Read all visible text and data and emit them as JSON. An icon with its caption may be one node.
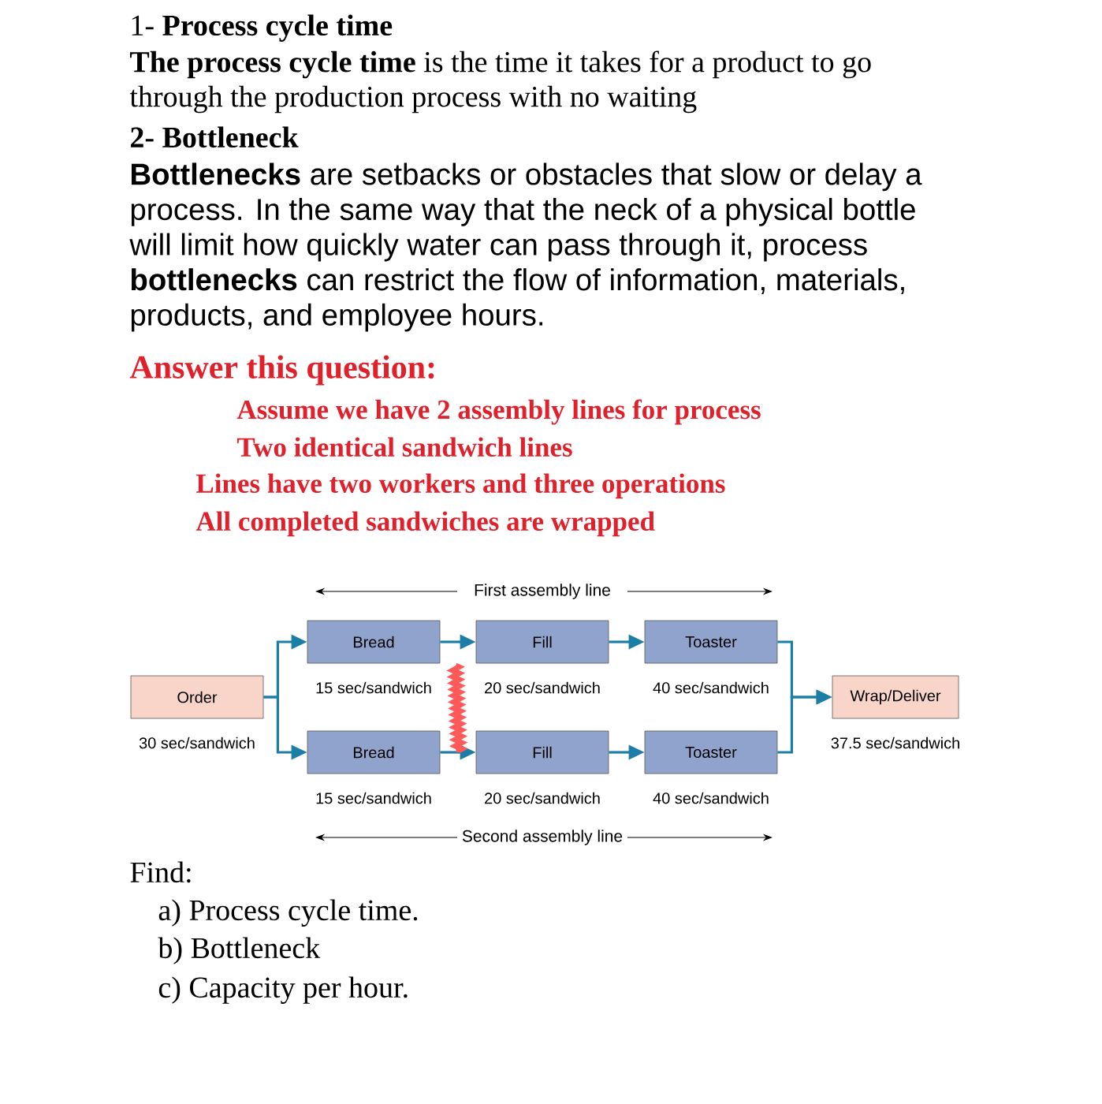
{
  "diagram": {
    "nodes": [
      {
        "text": [
          "Order"
        ],
        "beside": [
          "30 sec/sandwich"
        ]
      },
      {
        "text": [
          "Bread"
        ],
        "beside": [
          "15 sec/sandwich"
        ]
      },
      {
        "text": [
          "Fill"
        ],
        "beside": [
          "20 sec/sandwich"
        ]
      },
      {
        "text": [
          "Toaster"
        ],
        "beside": [
          "40 sec/sandwich"
        ]
      },
      {
        "text": [
          "Bread"
        ],
        "beside": [
          "15 sec/sandwich"
        ]
      },
      {
        "text": [
          "Fill"
        ],
        "beside": [
          "20 sec/sandwich"
        ]
      },
      {
        "text": [
          "Toaster"
        ],
        "beside": [
          "40 sec/sandwich"
        ]
      },
      {
        "text": [
          "Wrap/Deliver"
        ],
        "beside": [
          "37.5 sec/sandwich"
        ]
      }
    ],
    "edges": [
      {
        "from": 0,
        "to": 1,
        "arrow": "to"
      },
      {
        "from": 0,
        "to": 4,
        "arrow": "to"
      },
      {
        "from": 1,
        "to": 2,
        "arrow": "to"
      },
      {
        "from": 2,
        "to": 3,
        "arrow": "to"
      },
      {
        "from": 4,
        "to": 5,
        "arrow": "to"
      },
      {
        "from": 5,
        "to": 6,
        "arrow": "to"
      },
      {
        "from": 3,
        "to": 7,
        "arrow": "to"
      },
      {
        "from": 6,
        "to": 7,
        "arrow": "to"
      }
    ],
    "labels": [
      "1- **Process cycle time**",
      "**The process cycle time** is the time it takes for a product to go through the production process with no waiting",
      "2- Bottleneck",
      "**Bottlenecks** are setbacks or obstacles that slow or delay a process. In the same way that the neck of a physical bottle will limit how quickly water can pass through it, process **bottlenecks** can restrict the flow of information, materials, products, and employee hours.",
      "Answer this question:",
      "Assume we have 2 assembly lines for process",
      "Two identical sandwich lines",
      "Lines have two workers and three operations",
      "All completed sandwiches are wrapped",
      "First assembly line",
      "Second assembly line",
      "Find:",
      "a) Process cycle time.",
      "b) Bottleneck",
      "c) Capacity per hour."
    ]
  }
}
